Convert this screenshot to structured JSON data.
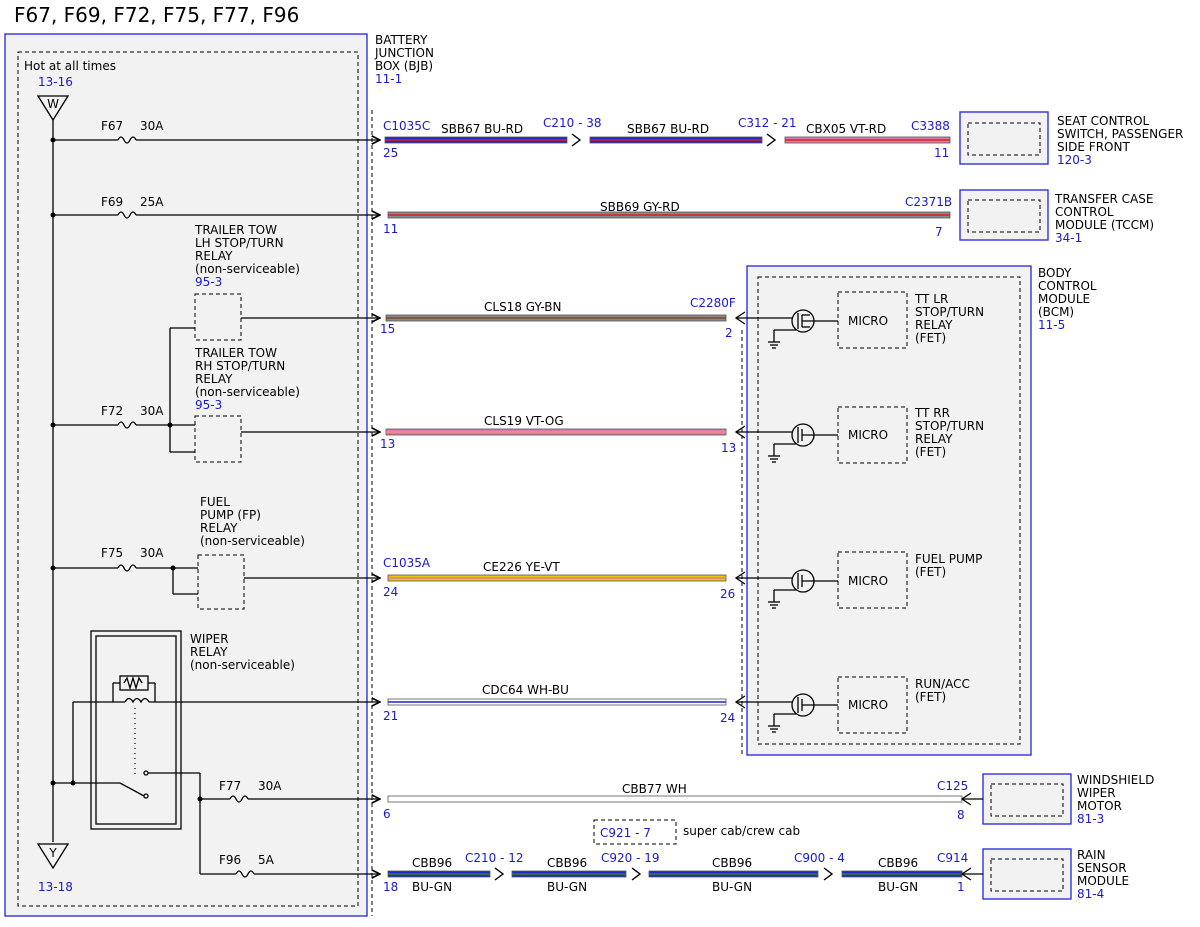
{
  "title": "F67, F69, F72, F75, F77, F96",
  "bjb": {
    "name_lines": [
      "BATTERY",
      "JUNCTION",
      "BOX (BJB)"
    ],
    "ref": "11-1",
    "hot_label": "Hot at all times",
    "top_bus_ref": "13-16",
    "top_bus_letter": "W",
    "bottom_bus_ref": "13-18",
    "bottom_bus_letter": "Y",
    "fuses": {
      "f67": {
        "name": "F67",
        "rating": "30A"
      },
      "f69": {
        "name": "F69",
        "rating": "25A"
      },
      "f72": {
        "name": "F72",
        "rating": "30A"
      },
      "f75": {
        "name": "F75",
        "rating": "30A"
      },
      "f77": {
        "name": "F77",
        "rating": "30A"
      },
      "f96": {
        "name": "F96",
        "rating": "5A"
      }
    },
    "relays": {
      "lh": {
        "lines": [
          "TRAILER TOW",
          "LH STOP/TURN",
          "RELAY",
          "(non-serviceable)"
        ],
        "ref": "95-3"
      },
      "rh": {
        "lines": [
          "TRAILER TOW",
          "RH STOP/TURN",
          "RELAY",
          "(non-serviceable)"
        ],
        "ref": "95-3"
      },
      "fp": {
        "lines": [
          "FUEL",
          "PUMP (FP)",
          "RELAY",
          "(non-serviceable)"
        ]
      },
      "wiper": {
        "lines": [
          "WIPER",
          "RELAY",
          "(non-serviceable)"
        ]
      }
    }
  },
  "circuits": {
    "r1": {
      "c_left": "C1035C",
      "pin_left": "25",
      "seg1": "SBB67   BU-RD",
      "c_mid1": "C210 - 38",
      "seg2": "SBB67   BU-RD",
      "c_mid2": "C312 - 21",
      "seg3": "CBX05   VT-RD",
      "c_right": "C3388",
      "pin_right": "11"
    },
    "r2": {
      "pin_left": "11",
      "wire": "SBB69   GY-RD",
      "c_right": "C2371B",
      "pin_right": "7"
    },
    "r3": {
      "pin_left": "15",
      "wire": "CLS18   GY-BN",
      "c_right": "C2280F",
      "pin_right": "2"
    },
    "r4": {
      "pin_left": "13",
      "wire": "CLS19   VT-OG",
      "pin_right": "13"
    },
    "r5": {
      "c_left": "C1035A",
      "pin_left": "24",
      "wire": "CE226   YE-VT",
      "pin_right": "26"
    },
    "r6": {
      "pin_left": "21",
      "wire": "CDC64   WH-BU",
      "pin_right": "24"
    },
    "r7": {
      "pin_left": "6",
      "wire": "CBB77   WH",
      "c_right": "C125",
      "pin_right": "8"
    },
    "r8": {
      "pin_left": "18",
      "seg1_a": "CBB96",
      "seg1_b": "BU-GN",
      "c_mid1": "C210 - 12",
      "seg2_a": "CBB96",
      "seg2_b": "BU-GN",
      "c_mid2": "C920 - 19",
      "seg3_a": "CBB96",
      "seg3_b": "BU-GN",
      "c_mid3": "C900 - 4",
      "seg4_a": "CBB96",
      "seg4_b": "BU-GN",
      "c_right": "C914",
      "pin_right": "1"
    },
    "c921_box": "C921 - 7",
    "c921_note": "super cab/crew cab"
  },
  "components": {
    "seat": {
      "lines": [
        "SEAT CONTROL",
        "SWITCH, PASSENGER",
        "SIDE FRONT"
      ],
      "ref": "120-3"
    },
    "tccm": {
      "lines": [
        "TRANSFER CASE",
        "CONTROL",
        "MODULE (TCCM)"
      ],
      "ref": "34-1"
    },
    "bcm": {
      "lines": [
        "BODY",
        "CONTROL",
        "MODULE",
        "(BCM)"
      ],
      "ref": "11-5"
    },
    "wiper_motor": {
      "lines": [
        "WINDSHIELD",
        "WIPER",
        "MOTOR"
      ],
      "ref": "81-3"
    },
    "rain": {
      "lines": [
        "RAIN",
        "SENSOR",
        "MODULE"
      ],
      "ref": "81-4"
    }
  },
  "bcm_outputs": {
    "o1": {
      "micro": "MICRO",
      "lines": [
        "TT LR",
        "STOP/TURN",
        "RELAY",
        "(FET)"
      ]
    },
    "o2": {
      "micro": "MICRO",
      "lines": [
        "TT RR",
        "STOP/TURN",
        "RELAY",
        "(FET)"
      ]
    },
    "o3": {
      "micro": "MICRO",
      "lines": [
        "FUEL PUMP",
        "(FET)"
      ]
    },
    "o4": {
      "micro": "MICRO",
      "lines": [
        "RUN/ACC",
        "(FET)"
      ]
    }
  },
  "wire_colors": {
    "BU": "#2424c8",
    "RD": "#d82020",
    "VT": "#e07aa8",
    "GY": "#8a8a8a",
    "BN": "#7a4a2a",
    "OG": "#e89090",
    "YE": "#e8c800",
    "WH": "#ffffff",
    "GN": "#2a8a2a",
    "outline": "#555555",
    "frame_blue": "#2222dd"
  }
}
